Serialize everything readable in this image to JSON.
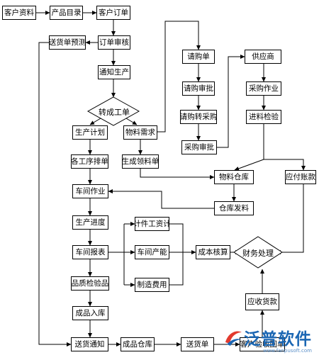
{
  "nodes": {
    "customer_info": "客户资料",
    "product_catalog": "产品目录",
    "customer_order": "客户订单",
    "order_review": "订单审核",
    "delivery_forecast": "送货单预测",
    "notify_production": "通知生产",
    "convert_ticket": "转成工单",
    "production_plan": "生产计划",
    "material_demand": "物料需求",
    "process_schedule": "各工序排单",
    "generate_pick_list": "生成领料单",
    "workshop_operation": "车间作业",
    "production_progress": "生产进度",
    "workshop_report": "车间报表",
    "qc_inspection": "品质检验品",
    "finished_in_stock": "成品入库",
    "delivery_notice": "送货通知",
    "finished_warehouse": "成品仓库",
    "delivery_note": "送货单",
    "customer_acceptance": "客户验收回单",
    "purchase_request": "请购单",
    "request_approval": "请购审批",
    "request_to_purchase": "请购转采购",
    "purchase_approval": "采购审批",
    "supplier": "供应商",
    "purchasing": "采购作业",
    "incoming_inspection": "进料检验",
    "material_warehouse": "物料仓库",
    "accounts_payable": "应付账款",
    "warehouse_issue": "仓库发料",
    "piece_wage": "计件工资计",
    "workshop_capacity": "车间产能",
    "manufacturing_cost": "制造费用",
    "cost_accounting": "成本核算",
    "finance": "财务处理",
    "accounts_receivable": "应收货款"
  },
  "logo": {
    "name": "泛普软件",
    "sub": "www.fanpusoft.com"
  }
}
